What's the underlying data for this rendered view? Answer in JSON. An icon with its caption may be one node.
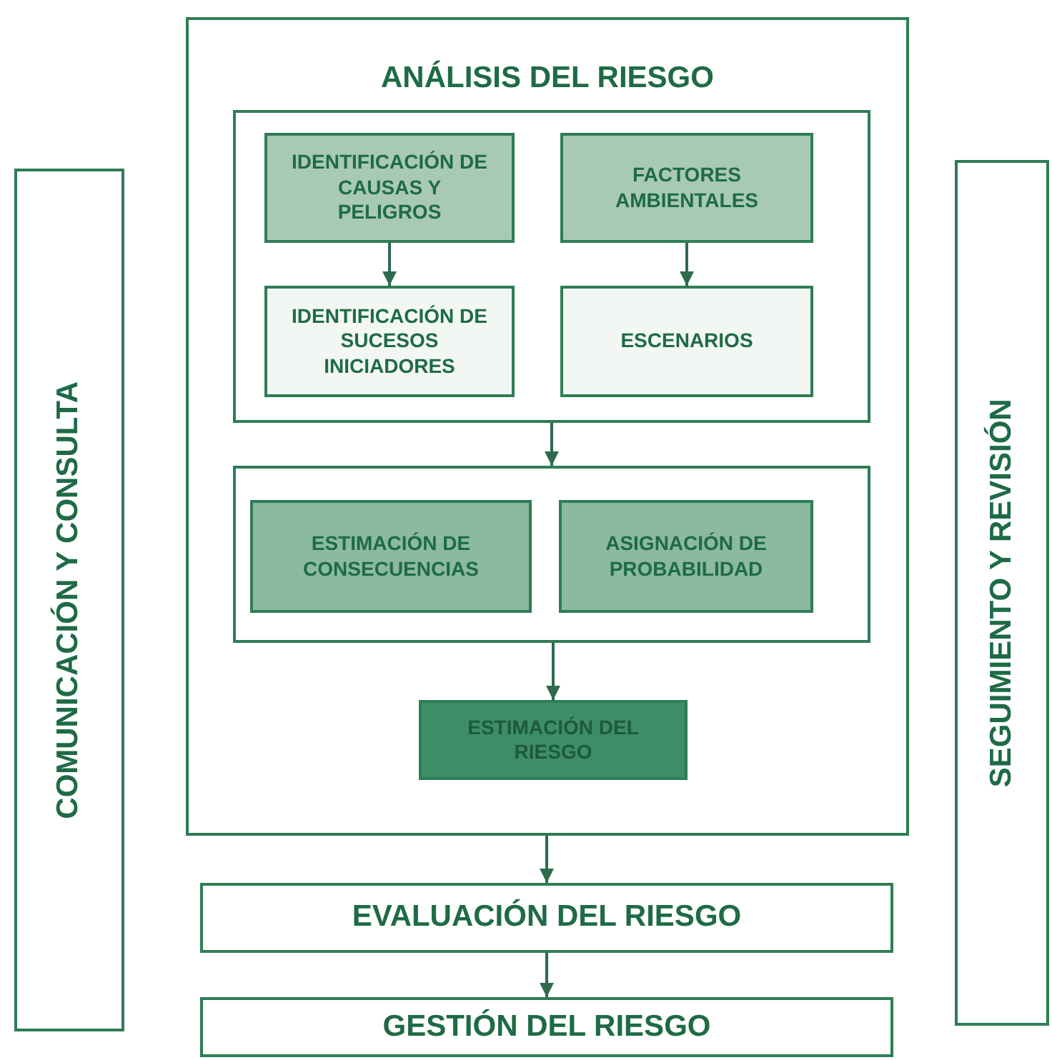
{
  "diagram": {
    "nodes": [
      {
        "text": [
          "COMUNICACIÓN Y CONSULTA"
        ]
      },
      {
        "text": [
          "ANÁLISIS DEL RIESGO"
        ]
      },
      {
        "text": [],
        "shape": "box",
        "in": 1
      },
      {
        "text": [
          "IDENTIFICACIÓN DE CAUSAS Y PELIGROS"
        ],
        "in": 2
      },
      {
        "text": [
          "FACTORES AMBIENTALES"
        ],
        "in": 2
      },
      {
        "text": [
          "IDENTIFICACIÓN DE SUCESOS INICIADORES"
        ],
        "in": 2
      },
      {
        "text": [
          "ESCENARIOS"
        ],
        "in": 2
      },
      {
        "text": [],
        "shape": "box",
        "in": 1
      },
      {
        "text": [
          "ESTIMACIÓN DE CONSECUENCIAS"
        ],
        "in": 7
      },
      {
        "text": [
          "ASIGNACIÓN DE PROBABILIDAD"
        ],
        "in": 7
      },
      {
        "text": [
          "ESTIMACIÓN DEL RIESGO"
        ],
        "in": 1
      },
      {
        "text": [
          "EVALUACIÓN DEL RIESGO"
        ]
      },
      {
        "text": [
          "GESTIÓN DEL RIESGO"
        ]
      },
      {
        "text": [
          "SEGUIMIENTO Y REVISIÓN"
        ]
      }
    ],
    "edges": [
      {
        "from": 3,
        "to": 5,
        "arrow": "to"
      },
      {
        "from": 4,
        "to": 6,
        "arrow": "to"
      },
      {
        "from": 2,
        "to": 7,
        "arrow": "to"
      },
      {
        "from": 7,
        "to": 10,
        "arrow": "to"
      },
      {
        "from": 1,
        "to": 11,
        "arrow": "to"
      },
      {
        "from": 11,
        "to": 12,
        "arrow": "to"
      }
    ]
  }
}
